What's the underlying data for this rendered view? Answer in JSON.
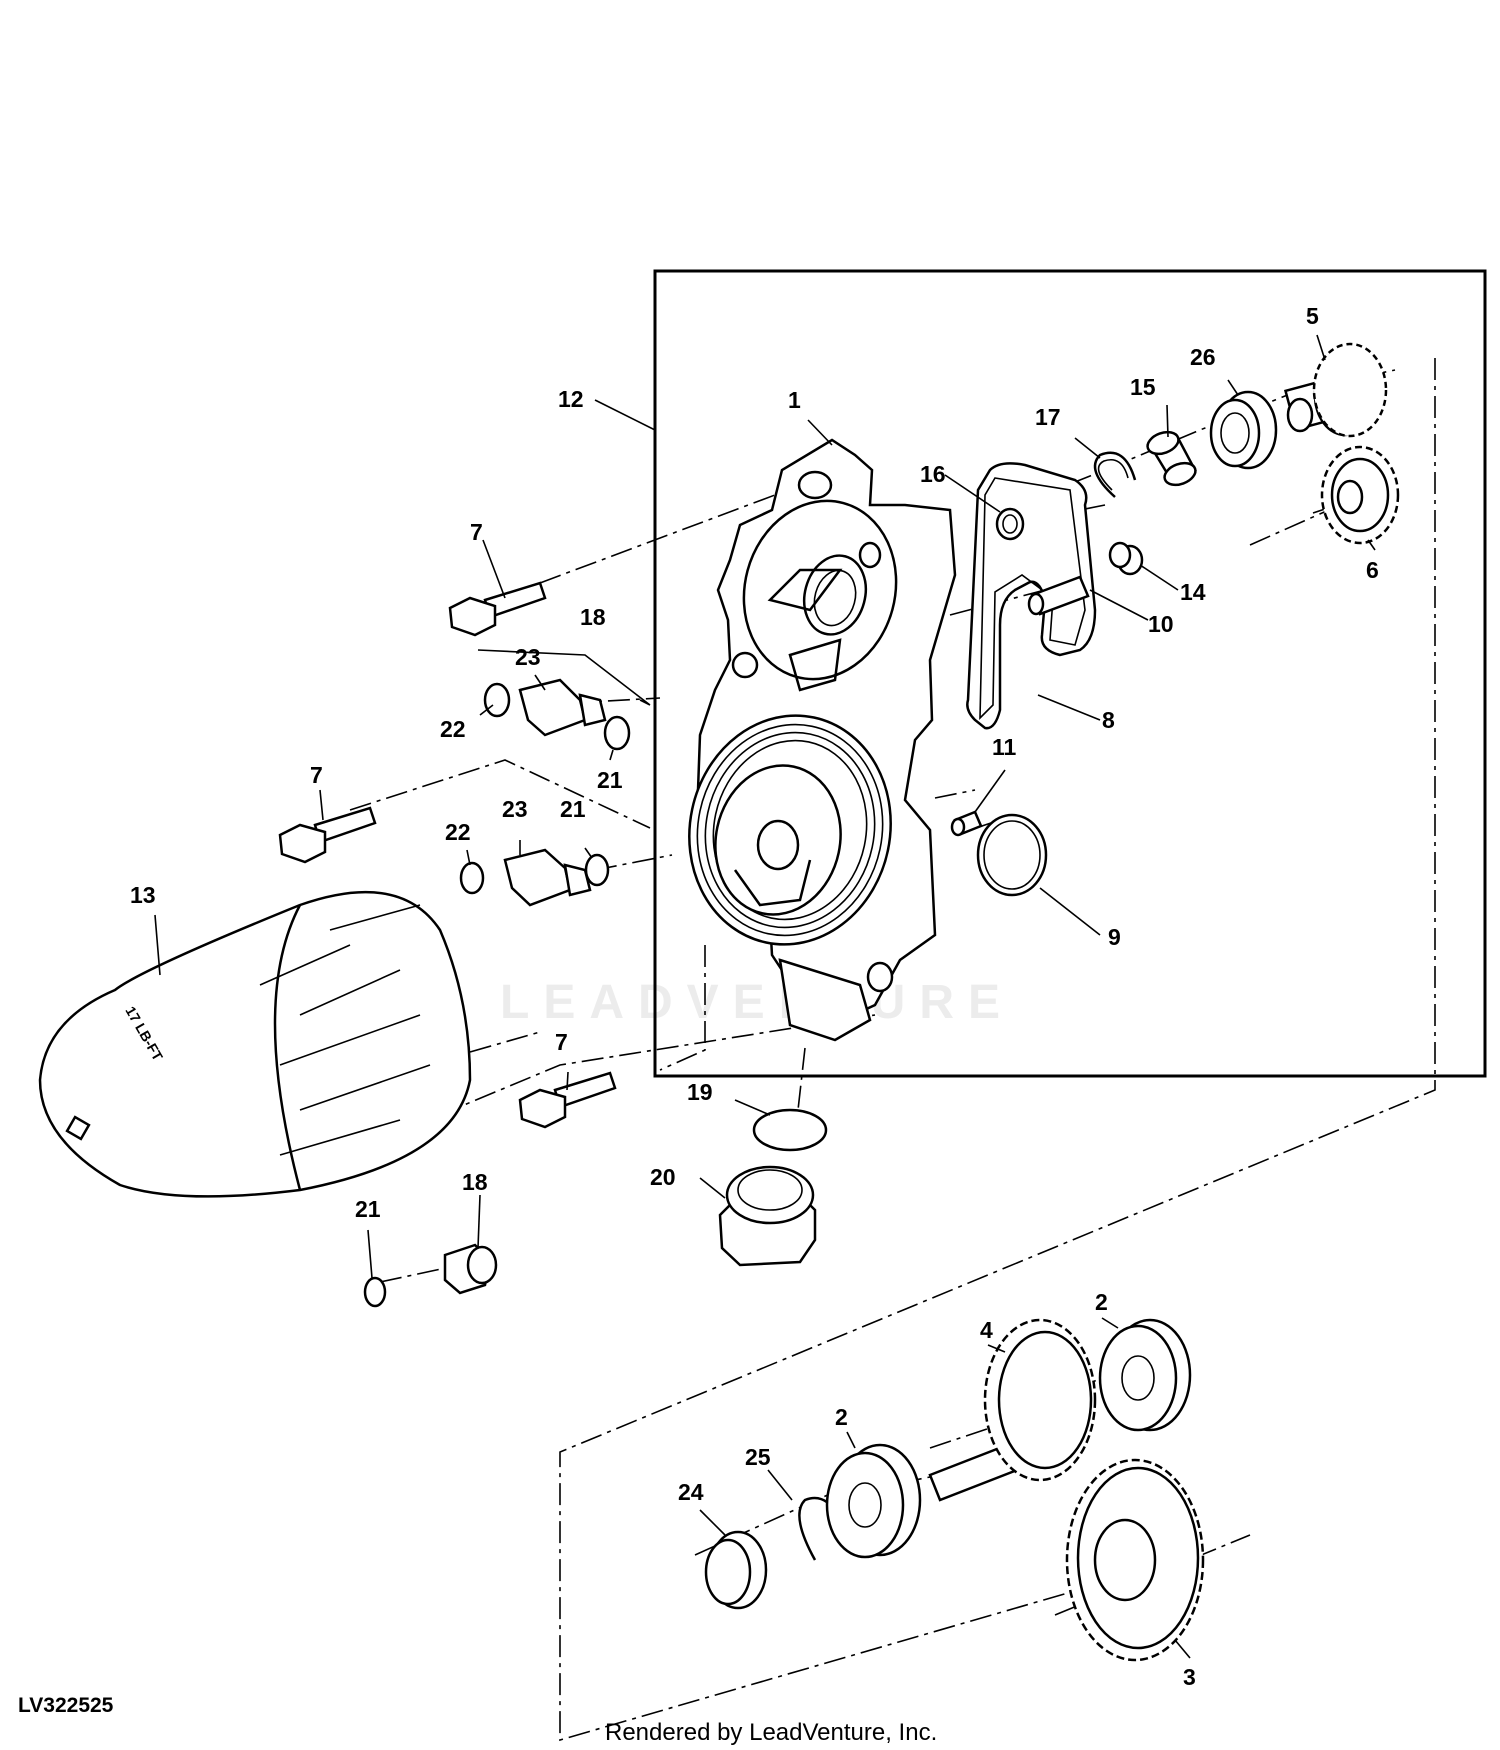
{
  "figure_id": "LV322525",
  "footer": "Rendered by LeadVenture, Inc.",
  "watermark": "LEADVENTURE",
  "callouts": {
    "c1": "1",
    "c2a": "2",
    "c2b": "2",
    "c3": "3",
    "c4": "4",
    "c5": "5",
    "c6": "6",
    "c7a": "7",
    "c7b": "7",
    "c7c": "7",
    "c8": "8",
    "c9": "9",
    "c10": "10",
    "c11": "11",
    "c12": "12",
    "c13": "13",
    "c14": "14",
    "c15": "15",
    "c16": "16",
    "c17": "17",
    "c18a": "18",
    "c18b": "18",
    "c19": "19",
    "c20": "20",
    "c21a": "21",
    "c21b": "21",
    "c21c": "21",
    "c22a": "22",
    "c22b": "22",
    "c23a": "23",
    "c23b": "23",
    "c24": "24",
    "c25": "25",
    "c26": "26"
  },
  "filter_marking": "17 LB-FT"
}
